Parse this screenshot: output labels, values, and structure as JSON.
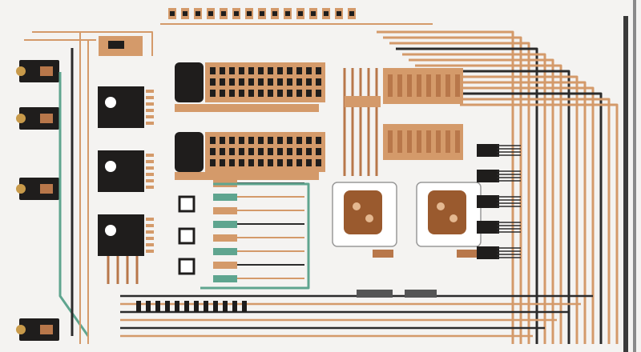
{
  "colors": {
    "background": "#f4f3f1",
    "copper": "#d49a6a",
    "copper_dark": "#b8774a",
    "trace_dark": "#2b2b2b",
    "trace_teal": "#5fa58f",
    "chip_black": "#1f1d1c",
    "component_brown": "#9a5a2e",
    "pad_gold": "#c89a4a"
  },
  "illustration": {
    "subject": "circuit-board-schematic",
    "elements": [
      "connectors",
      "chips",
      "relays",
      "resistor-arrays",
      "traces",
      "rails"
    ]
  }
}
